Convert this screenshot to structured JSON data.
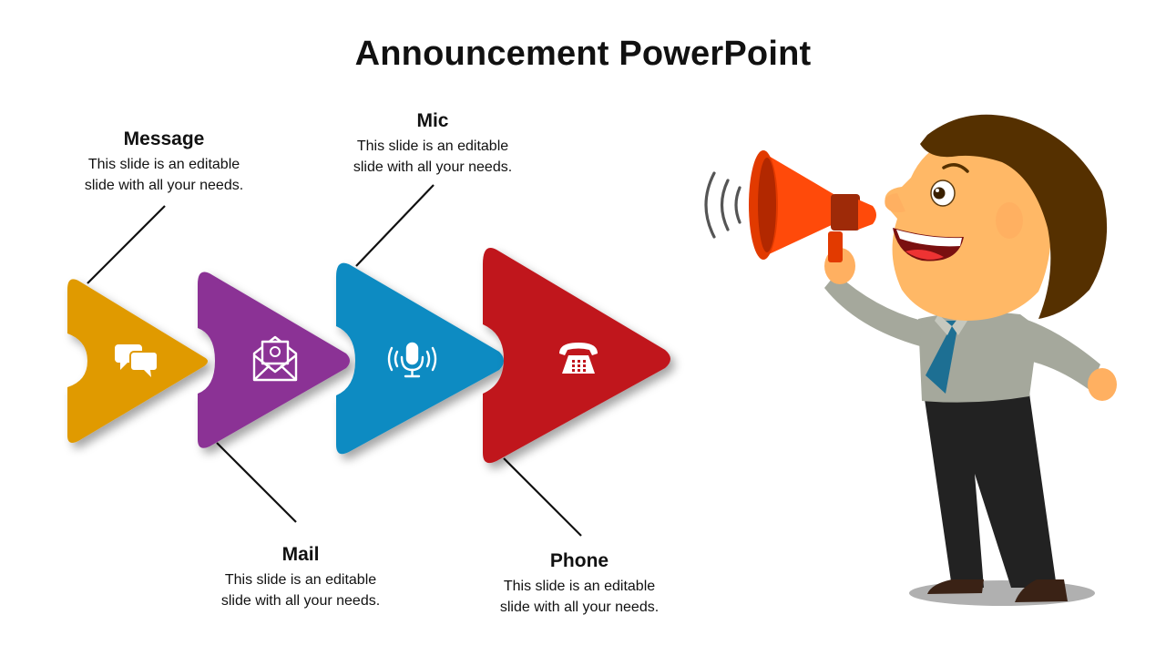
{
  "slide": {
    "title": "Announcement PowerPoint"
  },
  "items": [
    {
      "heading": "Message",
      "text_line1": "This slide is an editable",
      "text_line2": "slide with all your needs.",
      "color": "#E09A00",
      "icon": "chat-bubbles-icon"
    },
    {
      "heading": "Mail",
      "text_line1": "This slide is an editable",
      "text_line2": "slide with all your needs.",
      "color": "#8B3295",
      "icon": "envelope-icon"
    },
    {
      "heading": "Mic",
      "text_line1": "This slide is an editable",
      "text_line2": "slide with all your needs.",
      "color": "#0B8BC2",
      "icon": "microphone-icon"
    },
    {
      "heading": "Phone",
      "text_line1": "This slide is an editable",
      "text_line2": "slide with all your needs.",
      "color": "#C0151D",
      "icon": "telephone-icon"
    }
  ],
  "illustration": {
    "subject": "man-with-megaphone",
    "megaphone_color": "#FF4A0A"
  }
}
